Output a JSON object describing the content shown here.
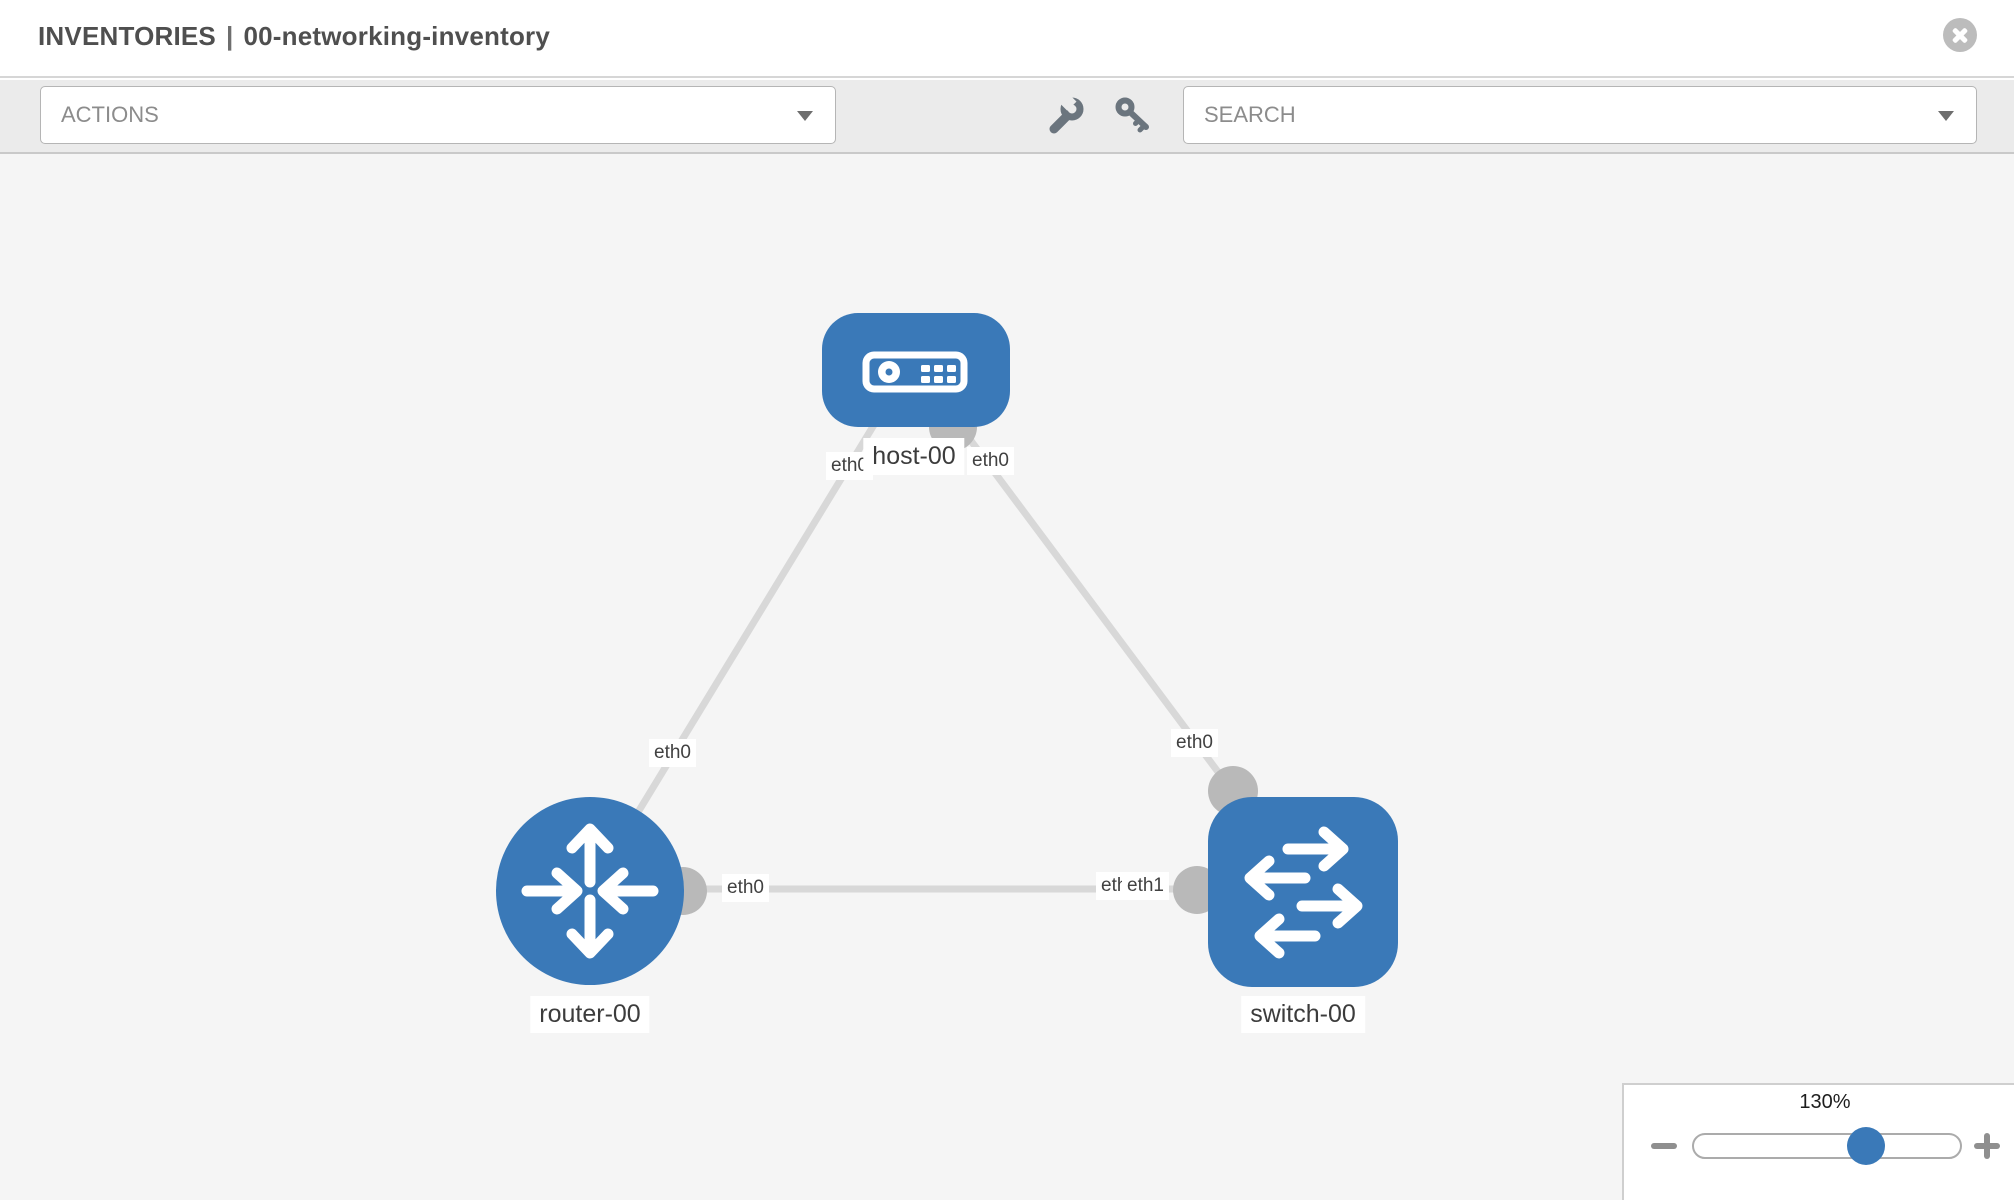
{
  "header": {
    "breadcrumb": "INVENTORIES",
    "separator": "|",
    "inventory_name": "00-networking-inventory",
    "close_icon": "circle-close"
  },
  "toolbar": {
    "actions_placeholder": "ACTIONS",
    "search_placeholder": "SEARCH",
    "wrench_icon": "wrench",
    "key_icon": "key",
    "dropdown_icon": "chevron-down"
  },
  "topology": {
    "node_labels": {
      "host": "host-00",
      "router": "router-00",
      "switch": "switch-00"
    },
    "nodes": [
      {
        "id": "host-00",
        "type": "host",
        "icon": "host-device"
      },
      {
        "id": "router-00",
        "type": "router",
        "icon": "router-arrows"
      },
      {
        "id": "switch-00",
        "type": "switch",
        "icon": "switch-arrows"
      }
    ],
    "links": [
      {
        "from": "router-00",
        "to": "host-00",
        "from_port": "eth0",
        "to_port": "eth0"
      },
      {
        "from": "host-00",
        "to": "switch-00",
        "from_port": "eth0",
        "to_port": "eth0"
      },
      {
        "from": "router-00",
        "to": "switch-00",
        "from_port": "eth0",
        "to_port": "eth1"
      }
    ],
    "port_labels": {
      "host_left": "eth0",
      "host_right": "eth0",
      "router_link_mid": "eth0",
      "switch_top": "eth0",
      "router_right": "eth0",
      "switch_left_back": "eth0",
      "switch_left_front": "eth1"
    }
  },
  "zoom_control": {
    "level": "130%",
    "zoom_out_icon": "minus",
    "zoom_in_icon": "plus"
  },
  "colors": {
    "node": "#3a79b8",
    "link": "#d8d8d8",
    "port": "#b9b9b9",
    "canvas": "#f5f5f5",
    "toolbar": "#ebebeb",
    "label_text": "#414141",
    "muted_text": "#8c8c8c",
    "title_text": "#4f4f4f",
    "icon_gray": "#6b757e",
    "slider_thumb": "#3a79b8"
  }
}
